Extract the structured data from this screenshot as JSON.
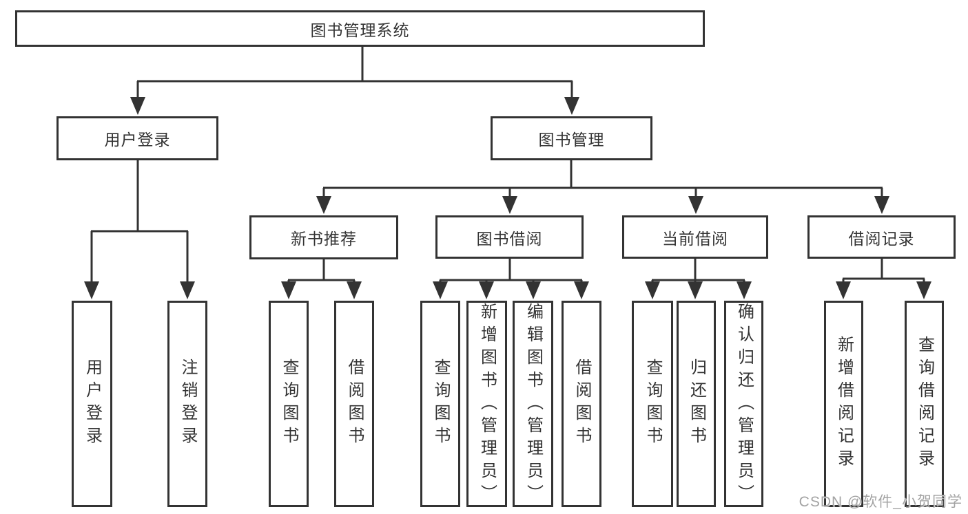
{
  "diagram": {
    "root": "图书管理系统",
    "nodes": {
      "user_login": {
        "label": "用户登录",
        "children": [
          "用户登录",
          "注销登录"
        ]
      },
      "book_management": {
        "label": "图书管理"
      },
      "new_books": {
        "label": "新书推荐",
        "children": [
          "查询图书",
          "借阅图书"
        ]
      },
      "book_borrowing": {
        "label": "图书借阅",
        "children": [
          "查询图书",
          "新增图书（管理员）",
          "编辑图书（管理员）",
          "借阅图书"
        ]
      },
      "current_borrowing": {
        "label": "当前借阅",
        "children": [
          "查询图书",
          "归还图书",
          "确认归还（管理员）"
        ]
      },
      "borrowing_records": {
        "label": "借阅记录",
        "children": [
          "新增借阅记录",
          "查询借阅记录"
        ]
      }
    },
    "watermark": "CSDN @软件_小贺同学",
    "colors": {
      "line": "#333333",
      "text": "#333333",
      "watermark": "#a3a3a3",
      "background": "#ffffff"
    }
  }
}
